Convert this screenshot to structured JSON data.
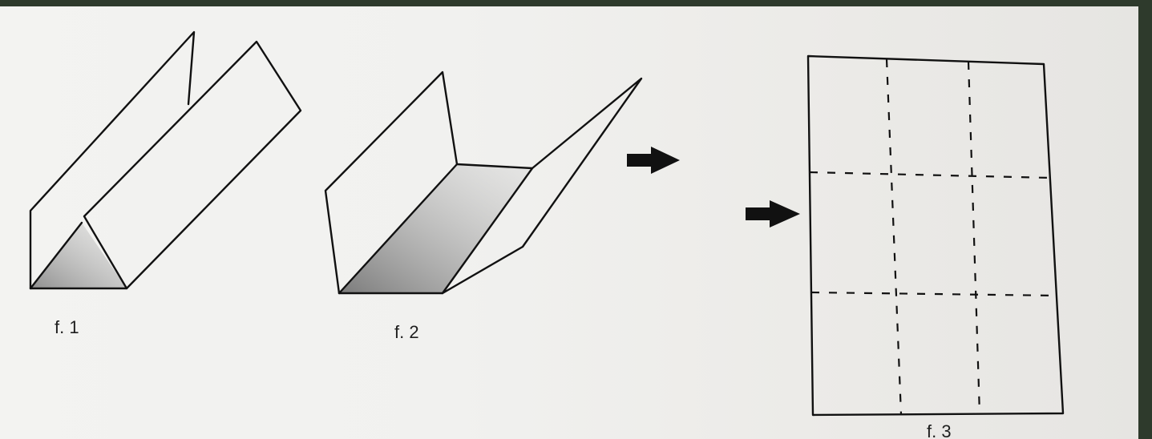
{
  "figures": {
    "f1": {
      "label": "f. 1"
    },
    "f2": {
      "label": "f. 2"
    },
    "f3": {
      "label": "f. 3"
    }
  },
  "arrows": [
    "right-arrow-icon",
    "right-arrow-icon"
  ],
  "colors": {
    "paper": "#f1f1ef",
    "ink": "#111111",
    "shade": "#9a9a9a"
  }
}
